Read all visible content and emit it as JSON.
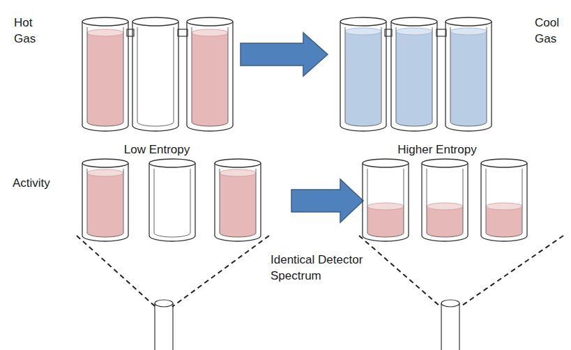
{
  "diagram": {
    "labels": [
      "Hot Gas",
      "Cool Gas",
      "Low Entropy",
      "Higher Entropy",
      "Activity",
      "Identical Detector Spectrum"
    ]
  }
}
